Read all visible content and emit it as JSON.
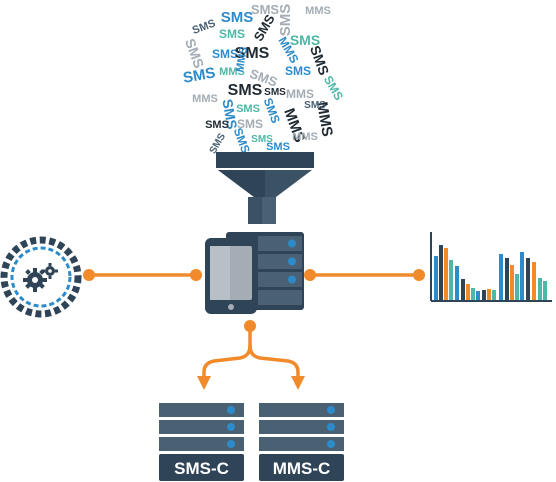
{
  "cloud": {
    "words": [
      "SMS",
      "MMS"
    ]
  },
  "servers": {
    "left_label": "SMS-C",
    "right_label": "MMS-C"
  },
  "colors": {
    "navy": "#2f4457",
    "slate": "#4a6073",
    "light_blue": "#2e8bc9",
    "teal": "#4fb7a6",
    "orange": "#f08a2b",
    "gray": "#a4adb5",
    "dark_text": "#1f2a33"
  },
  "icons": [
    "gear-icon",
    "funnel-icon",
    "tablet-icon",
    "server-icon",
    "bar-chart-icon",
    "connector-icon"
  ]
}
